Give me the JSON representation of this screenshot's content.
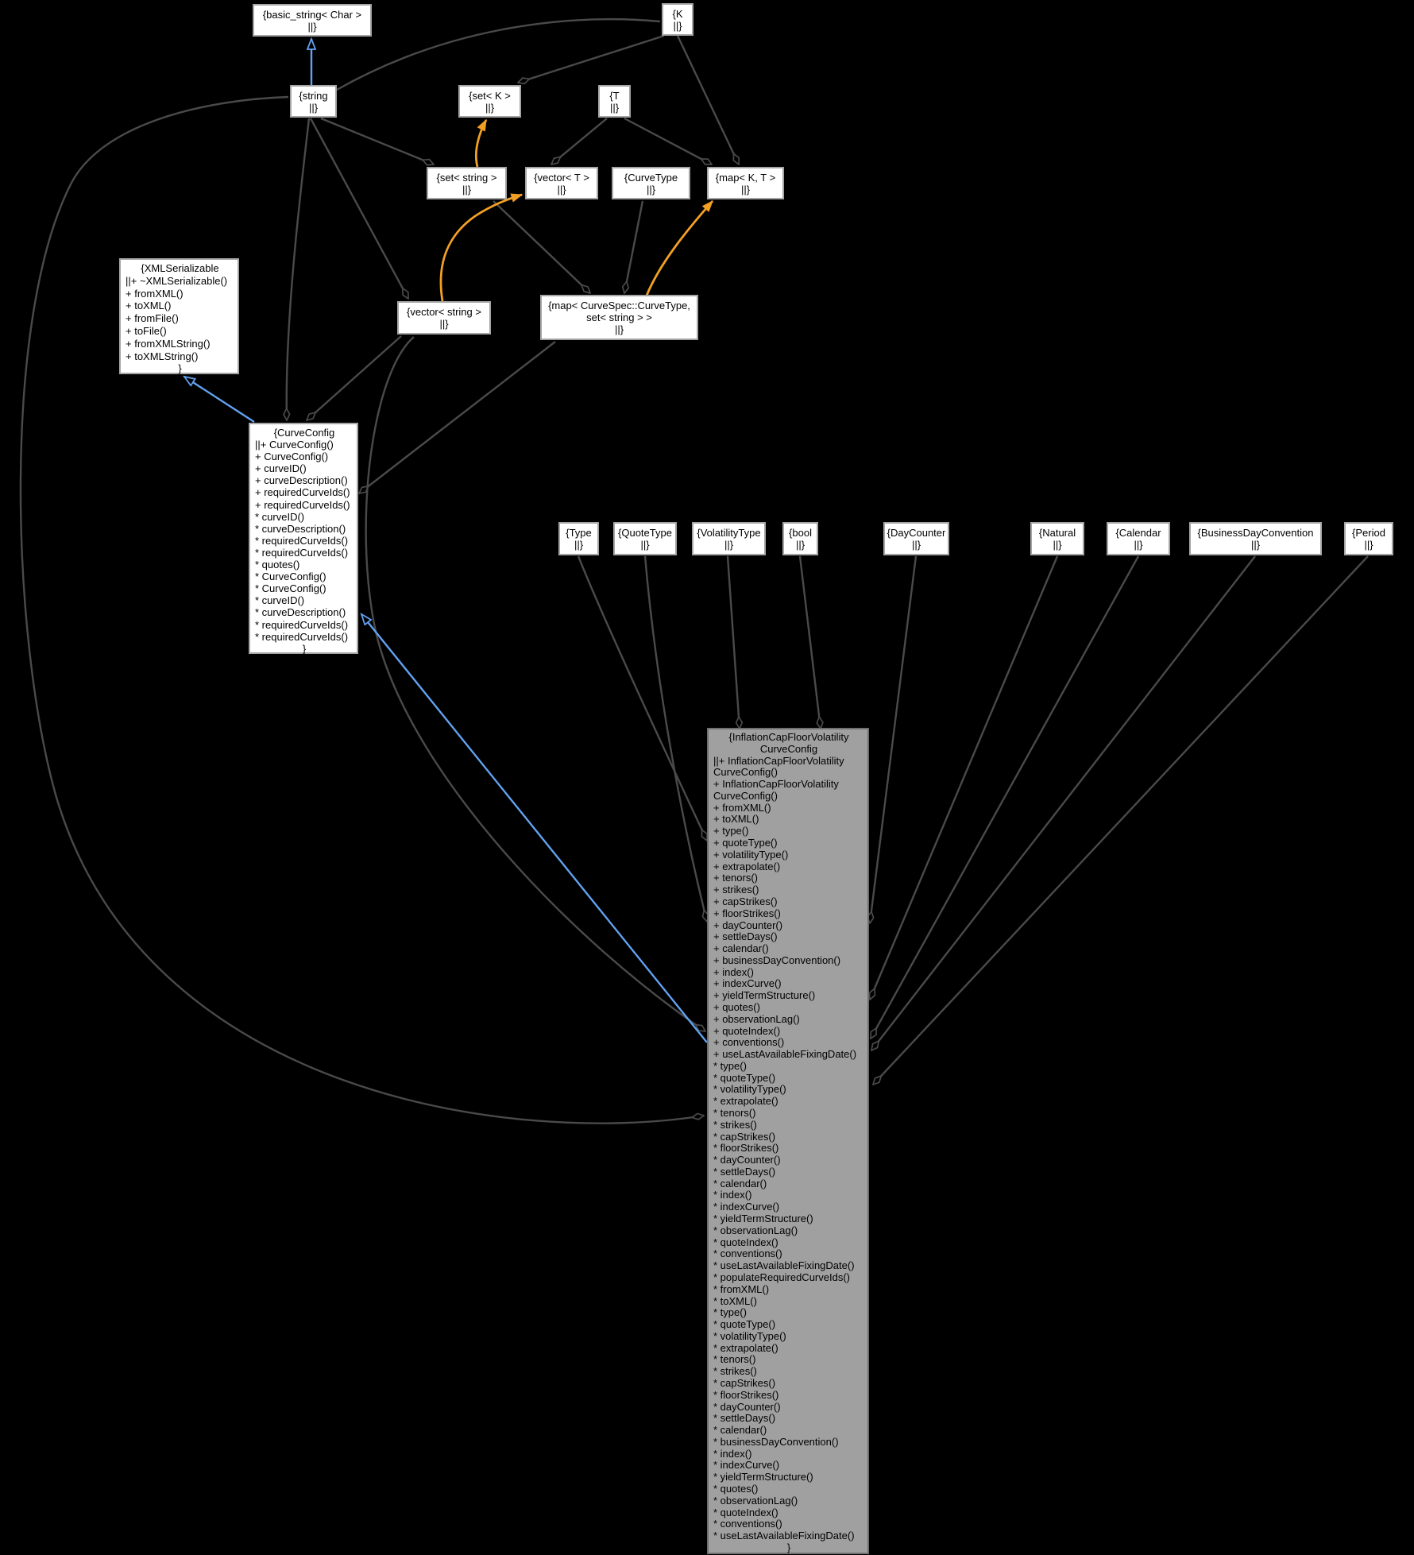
{
  "colors": {
    "background": "#000000",
    "node_fill": "#ffffff",
    "node_border": "#a5a5a5",
    "highlight_fill": "#a0a0a0",
    "edge": "#4a4a4a",
    "inheritance": "#63a1f1",
    "template": "#f2a024"
  },
  "nodes": {
    "basic_string": {
      "lines": [
        "{basic_string< Char >",
        "||}"
      ]
    },
    "k": {
      "lines": [
        "{K",
        "||}"
      ]
    },
    "string": {
      "lines": [
        "{string",
        "||}"
      ]
    },
    "set_k": {
      "lines": [
        "{set< K >",
        "||}"
      ]
    },
    "t": {
      "lines": [
        "{T",
        "||}"
      ]
    },
    "set_string": {
      "lines": [
        "{set< string >",
        "||}"
      ]
    },
    "vector_t": {
      "lines": [
        "{vector< T >",
        "||}"
      ]
    },
    "curve_type": {
      "lines": [
        "{CurveType",
        "||}"
      ]
    },
    "map_kt": {
      "lines": [
        "{map< K, T >",
        "||}"
      ]
    },
    "vector_string": {
      "lines": [
        "{vector< string >",
        "||}"
      ]
    },
    "map_curvespec": {
      "lines": [
        "{map< CurveSpec::CurveType,",
        "set< string > >",
        "||}"
      ]
    },
    "xml_serializable": {
      "title": "{XMLSerializable",
      "members": [
        "||+ ~XMLSerializable()",
        "+ fromXML()",
        "+ toXML()",
        "+ fromFile()",
        "+ toFile()",
        "+ fromXMLString()",
        "+ toXMLString()"
      ],
      "close": "}"
    },
    "curve_config": {
      "title": "{CurveConfig",
      "members": [
        "||+ CurveConfig()",
        "+ CurveConfig()",
        "+ curveID()",
        "+ curveDescription()",
        "+ requiredCurveIds()",
        "+ requiredCurveIds()",
        "* curveID()",
        "* curveDescription()",
        "* requiredCurveIds()",
        "* requiredCurveIds()",
        "* quotes()",
        "* CurveConfig()",
        "* CurveConfig()",
        "* curveID()",
        "* curveDescription()",
        "* requiredCurveIds()",
        "* requiredCurveIds()"
      ],
      "close": "}"
    },
    "type": {
      "lines": [
        "{Type",
        "||}"
      ]
    },
    "quote_type": {
      "lines": [
        "{QuoteType",
        "||}"
      ]
    },
    "volatility_type": {
      "lines": [
        "{VolatilityType",
        "||}"
      ]
    },
    "bool": {
      "lines": [
        "{bool",
        "||}"
      ]
    },
    "day_counter": {
      "lines": [
        "{DayCounter",
        "||}"
      ]
    },
    "natural": {
      "lines": [
        "{Natural",
        "||}"
      ]
    },
    "calendar": {
      "lines": [
        "{Calendar",
        "||}"
      ]
    },
    "business_day_convention": {
      "lines": [
        "{BusinessDayConvention",
        "||}"
      ]
    },
    "period": {
      "lines": [
        "{Period",
        "||}"
      ]
    },
    "inflation": {
      "title_lines": [
        "{InflationCapFloorVolatility",
        "CurveConfig"
      ],
      "members": [
        "||+ InflationCapFloorVolatility",
        "CurveConfig()",
        "+ InflationCapFloorVolatility",
        "CurveConfig()",
        "+ fromXML()",
        "+ toXML()",
        "+ type()",
        "+ quoteType()",
        "+ volatilityType()",
        "+ extrapolate()",
        "+ tenors()",
        "+ strikes()",
        "+ capStrikes()",
        "+ floorStrikes()",
        "+ dayCounter()",
        "+ settleDays()",
        "+ calendar()",
        "+ businessDayConvention()",
        "+ index()",
        "+ indexCurve()",
        "+ yieldTermStructure()",
        "+ quotes()",
        "+ observationLag()",
        "+ quoteIndex()",
        "+ conventions()",
        "+ useLastAvailableFixingDate()",
        "* type()",
        "* quoteType()",
        "* volatilityType()",
        "* extrapolate()",
        "* tenors()",
        "* strikes()",
        "* capStrikes()",
        "* floorStrikes()",
        "* dayCounter()",
        "* settleDays()",
        "* calendar()",
        "* index()",
        "* indexCurve()",
        "* yieldTermStructure()",
        "* observationLag()",
        "* quoteIndex()",
        "* conventions()",
        "* useLastAvailableFixingDate()",
        "* populateRequiredCurveIds()",
        "* fromXML()",
        "* toXML()",
        "* type()",
        "* quoteType()",
        "* volatilityType()",
        "* extrapolate()",
        "* tenors()",
        "* strikes()",
        "* capStrikes()",
        "* floorStrikes()",
        "* dayCounter()",
        "* settleDays()",
        "* calendar()",
        "* businessDayConvention()",
        "* index()",
        "* indexCurve()",
        "* yieldTermStructure()",
        "* quotes()",
        "* observationLag()",
        "* quoteIndex()",
        "* conventions()",
        "* useLastAvailableFixingDate()"
      ],
      "close": "}"
    }
  }
}
